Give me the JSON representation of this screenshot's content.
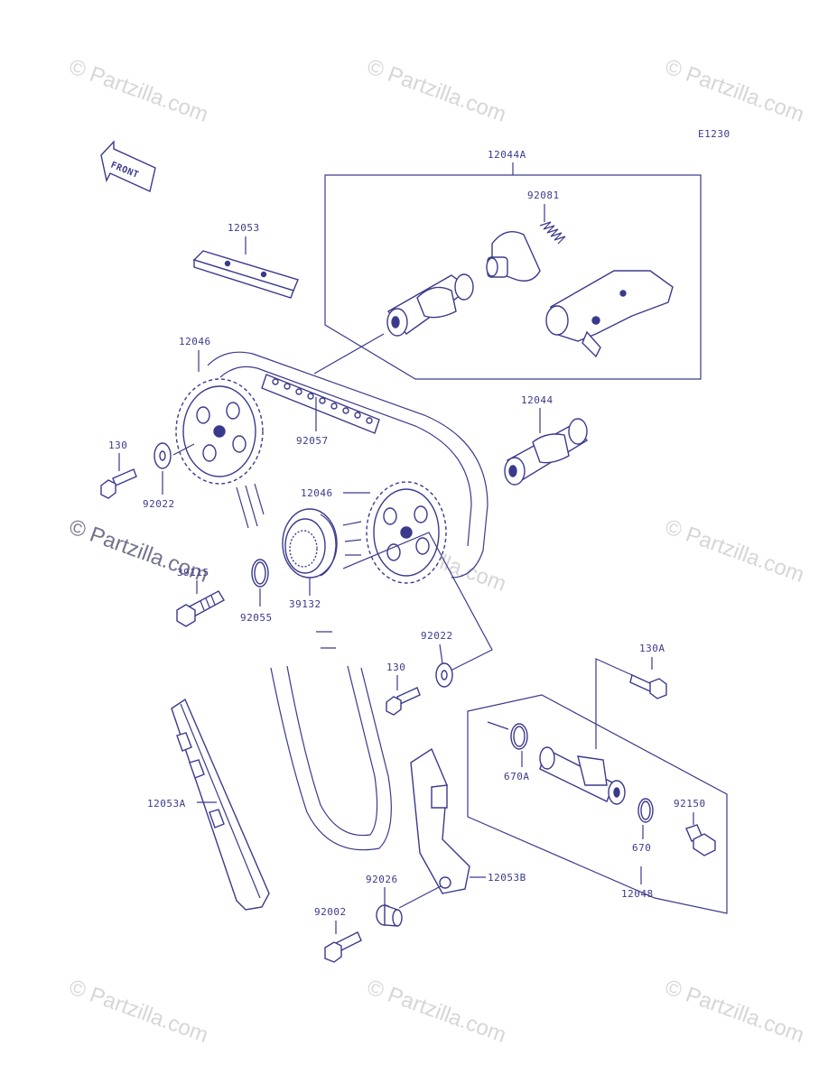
{
  "diagram_code": "E1230",
  "front_label": "FRONT",
  "watermark": "© Partzilla.com",
  "colors": {
    "ink": "#3a3a8c",
    "watermark": "#d6d6d6",
    "background": "#ffffff"
  },
  "labels": {
    "p12044A": "12044A",
    "p92081": "92081",
    "p12053": "12053",
    "p12046_top": "12046",
    "p92057": "92057",
    "p12044": "12044",
    "p130_left": "130",
    "p92022_left": "92022",
    "p12046_mid": "12046",
    "p39115": "39115",
    "p92055": "92055",
    "p39132": "39132",
    "p92022_mid": "92022",
    "p130_mid": "130",
    "p130A": "130A",
    "p670A": "670A",
    "p92150": "92150",
    "p670": "670",
    "p12048": "12048",
    "p12053A": "12053A",
    "p92026": "92026",
    "p12053B": "12053B",
    "p92002": "92002"
  }
}
